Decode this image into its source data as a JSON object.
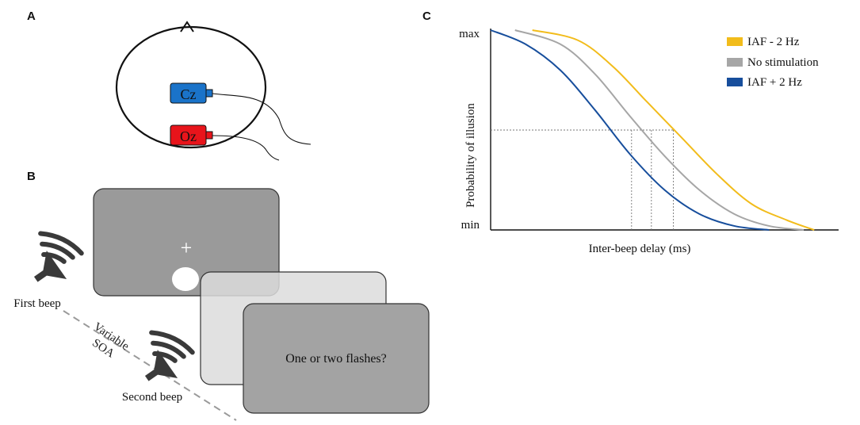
{
  "panels": {
    "a": {
      "letter": "A"
    },
    "b": {
      "letter": "B"
    },
    "c": {
      "letter": "C"
    }
  },
  "head": {
    "electrode_top": "Cz",
    "electrode_bottom": "Oz",
    "colors": {
      "cz": "#1a73c9",
      "oz": "#e8141b"
    }
  },
  "task": {
    "fixation": "+",
    "question": "One or two flashes?",
    "first_beep": "First beep",
    "second_beep": "Second beep",
    "soa_line1": "Variable",
    "soa_line2": "SOA",
    "colors": {
      "screen_dark": "#9a9a9a",
      "screen_light": "#dcdcdc",
      "screen_mid": "#a3a3a3",
      "speaker": "#3a3a3a"
    }
  },
  "chart_data": {
    "type": "line",
    "xlabel": "Inter-beep delay (ms)",
    "ylabel": "Probability of illusion",
    "y_tick_labels": [
      "min",
      "max"
    ],
    "x_tick_labels": [],
    "grid": false,
    "legend_position": "top-right",
    "series": [
      {
        "name": "IAF - 2 Hz",
        "color": "#f2bc1b",
        "points": [
          [
            0.12,
            1.0
          ],
          [
            0.25,
            0.95
          ],
          [
            0.35,
            0.82
          ],
          [
            0.45,
            0.64
          ],
          [
            0.55,
            0.46
          ],
          [
            0.65,
            0.28
          ],
          [
            0.75,
            0.13
          ],
          [
            0.85,
            0.05
          ],
          [
            0.93,
            0.0
          ]
        ]
      },
      {
        "name": "No stimulation",
        "color": "#a6a6a6",
        "points": [
          [
            0.07,
            1.0
          ],
          [
            0.2,
            0.93
          ],
          [
            0.3,
            0.78
          ],
          [
            0.4,
            0.57
          ],
          [
            0.5,
            0.37
          ],
          [
            0.6,
            0.2
          ],
          [
            0.7,
            0.08
          ],
          [
            0.8,
            0.02
          ],
          [
            0.9,
            0.0
          ]
        ]
      },
      {
        "name": "IAF + 2 Hz",
        "color": "#174e9c",
        "points": [
          [
            0.0,
            1.0
          ],
          [
            0.1,
            0.93
          ],
          [
            0.2,
            0.8
          ],
          [
            0.3,
            0.6
          ],
          [
            0.4,
            0.38
          ],
          [
            0.5,
            0.2
          ],
          [
            0.6,
            0.08
          ],
          [
            0.7,
            0.02
          ],
          [
            0.8,
            0.0
          ]
        ]
      }
    ],
    "reference_lines": {
      "y": 0.5,
      "x_intersections": [
        0.405,
        0.462,
        0.525
      ]
    }
  }
}
